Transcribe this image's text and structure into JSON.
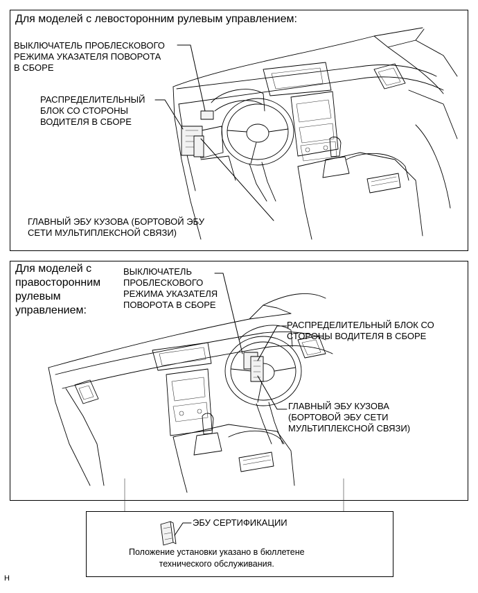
{
  "panel_lhd": {
    "heading": "Для моделей с левосторонним рулевым управлением:",
    "labels": {
      "flasher_switch": "ВЫКЛЮЧАТЕЛЬ ПРОБЛЕСКОВОГО\nРЕЖИМА УКАЗАТЕЛЯ ПОВОРОТА\nВ СБОРЕ",
      "junction_block": "РАСПРЕДЕЛИТЕЛЬНЫЙ\nБЛОК СО СТОРОНЫ\nВОДИТЕЛЯ В СБОРЕ",
      "body_ecu": "ГЛАВНЫЙ ЭБУ КУЗОВА (БОРТОВОЙ ЭБУ\nСЕТИ МУЛЬТИПЛЕКСНОЙ СВЯЗИ)"
    }
  },
  "panel_rhd": {
    "heading": "Для моделей с\nправосторонним\nрулевым\nуправлением:",
    "labels": {
      "flasher_switch": "ВЫКЛЮЧАТЕЛЬ\nПРОБЛЕСКОВОГО\nРЕЖИМА УКАЗАТЕЛЯ\nПОВОРОТА В СБОРЕ",
      "junction_block": "РАСПРЕДЕЛИТЕЛЬНЫЙ БЛОК СО\nСТОРОНЫ ВОДИТЕЛЯ В СБОРЕ",
      "body_ecu": "ГЛАВНЫЙ ЭБУ КУЗОВА\n(БОРТОВОЙ ЭБУ СЕТИ\nМУЛЬТИПЛЕКСНОЙ СВЯЗИ)"
    }
  },
  "panel_cert": {
    "label": "ЭБУ СЕРТИФИКАЦИИ",
    "note": "Положение установки указано в бюллетене\nтехнического обслуживания."
  },
  "figure_code": "H"
}
